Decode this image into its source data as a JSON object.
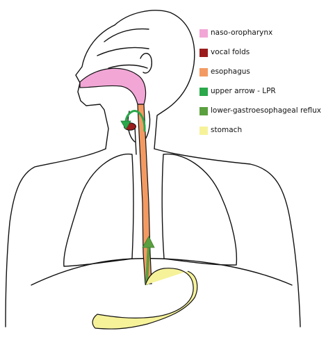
{
  "legend": [
    {
      "label": "naso-oropharynx",
      "color": "#f2a6d6"
    },
    {
      "label": "vocal folds",
      "color": "#9b1c1c"
    },
    {
      "label": "esophagus",
      "color": "#f39a62"
    },
    {
      "label": "upper arrow - LPR",
      "color": "#2aa84a"
    },
    {
      "label": "lower-gastroesophageal reflux",
      "color": "#5aa03f"
    },
    {
      "label": "stomach",
      "color": "#f6f29a"
    }
  ],
  "colors": {
    "outline": "#111111",
    "naso_oropharynx": "#f2a6d6",
    "vocal_folds": "#9b1c1c",
    "esophagus": "#f39a62",
    "lpr_arrow": "#2aa84a",
    "gerd_arrow": "#5aa03f",
    "stomach": "#f6f29a"
  }
}
